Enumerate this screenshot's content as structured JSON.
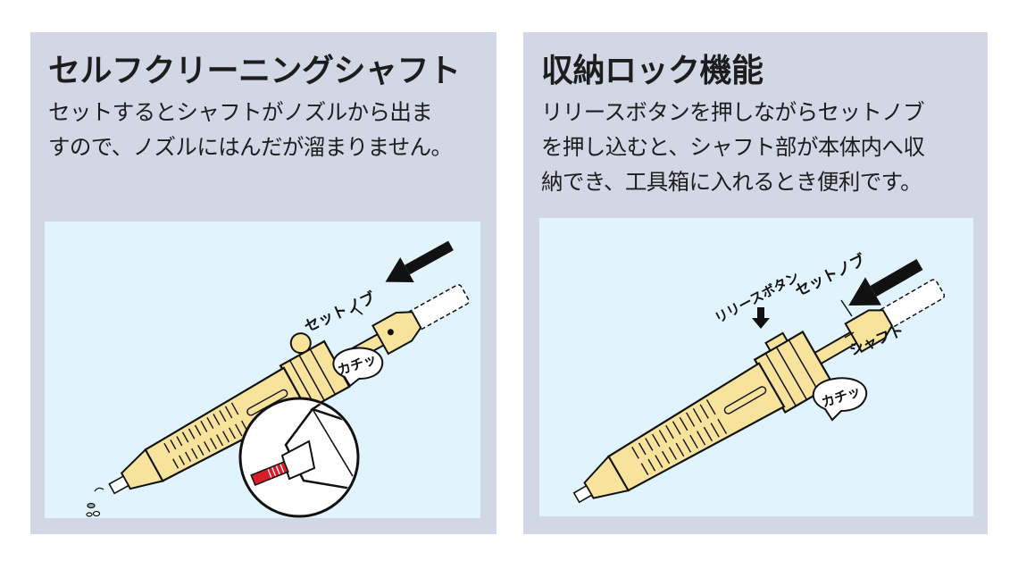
{
  "left_panel": {
    "title": "セルフクリーニングシャフト",
    "description_lines": [
      "セットするとシャフトがノズルから出ま",
      "すので、ノズルにはんだが溜まりません。"
    ],
    "labels": {
      "set_knob": "セットノブ",
      "click_sound": "カチッ"
    }
  },
  "right_panel": {
    "title": "収納ロック機能",
    "description_lines": [
      "リリースボタンを押しながらセットノブ",
      "を押し込むと、シャフト部が本体内へ収",
      "納でき、工具箱に入れるとき便利です。"
    ],
    "labels": {
      "release_button": "リリースボタン",
      "set_knob": "セットノブ",
      "shaft": "シャフト",
      "click_sound": "カチッ"
    }
  },
  "colors": {
    "panel_bg": "#d2d7e6",
    "illustration_bg": "#e1f4fd",
    "tool_body": "#f7e39b",
    "outline": "#111111",
    "tip_red": "#d81e2a"
  }
}
